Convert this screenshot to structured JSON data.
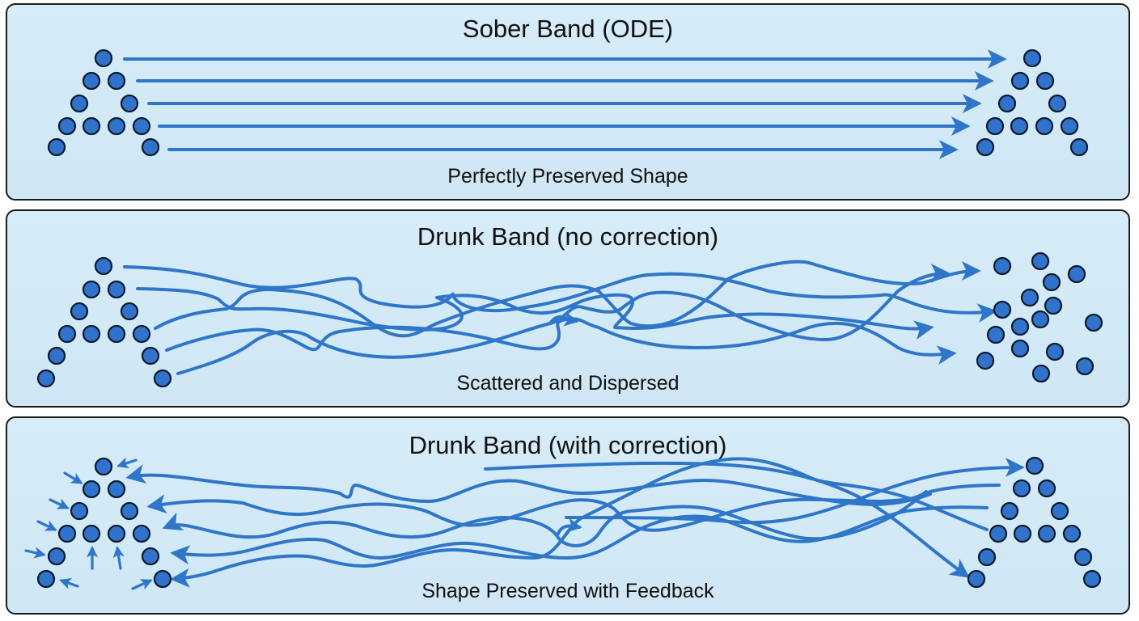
{
  "colors": {
    "panel_bg": "#d4eaf7",
    "panel_border": "#1a1a1a",
    "trajectory": "#2f76c9",
    "dot_fill": "#3173cc",
    "dot_stroke": "#0d1a2b",
    "text": "#111111"
  },
  "panels": [
    {
      "id": "sober",
      "title": "Sober Band (ODE)",
      "caption": "Perfectly Preserved Shape",
      "start_shape": "A-triangle",
      "end_shape": "A-triangle",
      "trajectory_style": "straight parallel arrows",
      "trajectory_count": 5
    },
    {
      "id": "drunk-no-correction",
      "title": "Drunk Band (no correction)",
      "caption": "Scattered and Dispersed",
      "start_shape": "A-triangle",
      "end_shape": "scattered cloud",
      "trajectory_style": "tangled wandering curves",
      "trajectory_count": 5
    },
    {
      "id": "drunk-with-correction",
      "title": "Drunk Band (with correction)",
      "caption": "Shape Preserved with Feedback",
      "start_shape": "A-triangle with corrective arrows",
      "end_shape": "A-triangle",
      "trajectory_style": "tangled curves with feedback arrows",
      "trajectory_count": 5
    }
  ]
}
